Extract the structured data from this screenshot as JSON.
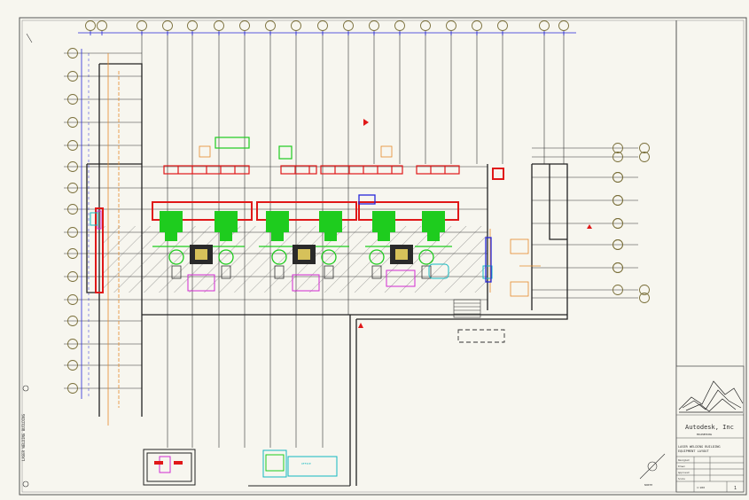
{
  "title_block": {
    "company": "Autodesk, Inc",
    "company_sub": "ENGINEERING",
    "title_line1": "LASER WELDING BUILDING",
    "title_line2": "EQUIPMENT LAYOUT",
    "rows": [
      "Designed",
      "Drawn",
      "Approved",
      "Scale"
    ],
    "scale_value": "1:200",
    "sheet_number": "1"
  },
  "notes": {
    "margin_note": "LASER WELDING BUILDING",
    "bottom_center_label": "OFFICE",
    "north_label": "NORTH"
  },
  "colors": {
    "paper": "#f7f6ef",
    "grid": "#333333",
    "dim": "#2727d9",
    "bubble": "#7a6f3a",
    "equipment_red": "#e01818",
    "equipment_green": "#1ecc1e",
    "equipment_magenta": "#d22ad2",
    "cyan": "#13b8c0"
  }
}
